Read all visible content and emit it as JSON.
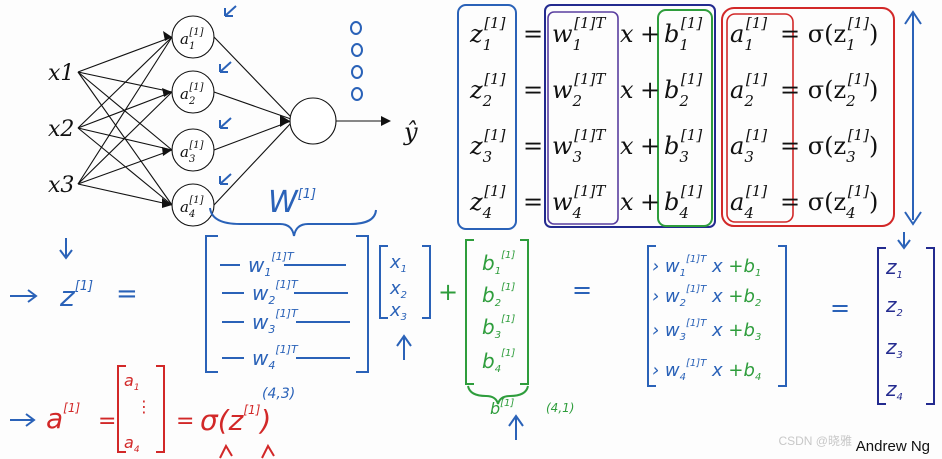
{
  "network": {
    "inputs": [
      "x1",
      "x2",
      "x3"
    ],
    "hidden_label": "a",
    "hidden_sup": "[1]",
    "hidden_subs": [
      "1",
      "2",
      "3",
      "4"
    ],
    "output_label": "ŷ",
    "colors": {
      "ink": "#111111",
      "blue": "#2a62b8",
      "green": "#2e9d3c",
      "red": "#d22828",
      "purple": "#5a3fa0",
      "navy": "#232a8f"
    }
  },
  "equations": {
    "rows": [
      {
        "z": "z",
        "sub": "1",
        "sup": "[1]",
        "rhs": "= σ(z"
      },
      {
        "z": "z",
        "sub": "2",
        "sup": "[1]",
        "rhs": "= σ(z"
      },
      {
        "z": "z",
        "sub": "3",
        "sup": "[1]",
        "rhs": "= σ(z"
      },
      {
        "z": "z",
        "sub": "4",
        "sup": "[1]",
        "rhs": "= σ(z"
      }
    ],
    "w_sup": "[1]T",
    "b_sup": "[1]",
    "x": "x",
    "plus": "+",
    "equals": "=",
    "a": "a"
  },
  "handwriting": {
    "W_label": "W",
    "W_sup": "[1]",
    "z_label": "z",
    "z_sup": "[1]",
    "equals": "=",
    "w_rows": [
      "w",
      "w",
      "w",
      "w"
    ],
    "w_sup": "[1]T",
    "dims_w": "(4,3)",
    "x_col": [
      "x",
      "x",
      "x"
    ],
    "x_subs": [
      "1",
      "2",
      "3"
    ],
    "b_col": [
      "b",
      "b",
      "b",
      "b"
    ],
    "b_sup": "[1]",
    "b_label": "b",
    "dims_b": "(4,1)",
    "result_rows": [
      "w",
      "w",
      "w",
      "w"
    ],
    "result_plus_b": "x + b",
    "z_col_subs": [
      "1",
      "2",
      "3",
      "4"
    ],
    "a_label": "a",
    "a_sup": "[1]",
    "sigma_text": "σ(z",
    "sigma_sup": "[1]",
    "sigma_close": ")"
  },
  "footer": {
    "credit": "Andrew Ng",
    "watermark": "CSDN @晓雅"
  }
}
